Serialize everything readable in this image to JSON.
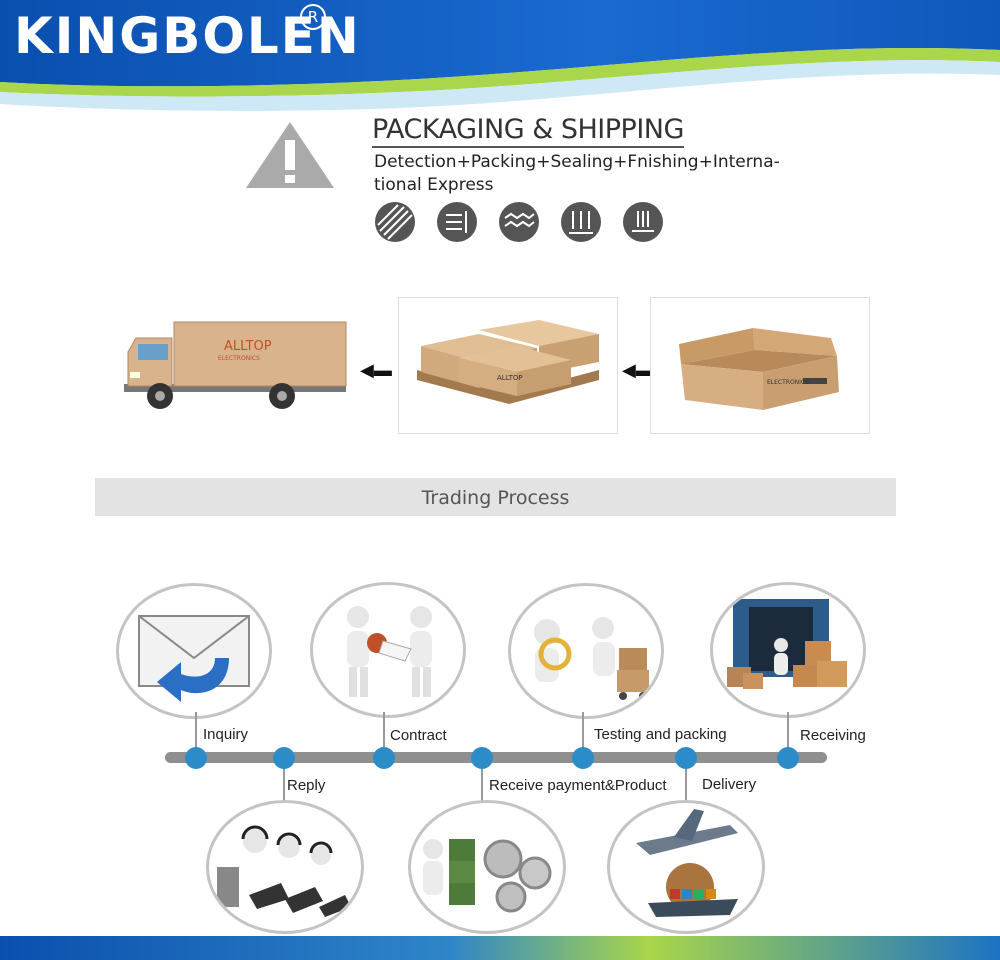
{
  "brand": {
    "name": "KINGBOLEN",
    "registered_mark": "R"
  },
  "packaging": {
    "title": "PACKAGING & SHIPPING",
    "description_line1": "Detection+Packing+Sealing+Fnishing+Interna-",
    "description_line2": "tional Express",
    "icons": [
      "moisture-proof-icon",
      "layers-icon",
      "waterproof-icon",
      "stack-limit-icon",
      "fragile-icon"
    ]
  },
  "shipping_images": {
    "truck_brand_line1": "ALLTOP",
    "truck_brand_line2": "ELECTRONICS",
    "pallet_box_label": "ALLTOP",
    "carton_label": "ELECTRONICS"
  },
  "trading": {
    "title": "Trading Process",
    "steps_top": [
      "Inquiry",
      "Contract",
      "Testing and packing",
      "Receiving"
    ],
    "steps_bottom": [
      "Reply",
      "Receive payment&Product",
      "Delivery"
    ]
  },
  "colors": {
    "brand_blue": "#0a4fae",
    "accent_green": "#a9d64a",
    "timeline_dot": "#2c8cc8",
    "timeline_bar": "#8f8f8f"
  }
}
